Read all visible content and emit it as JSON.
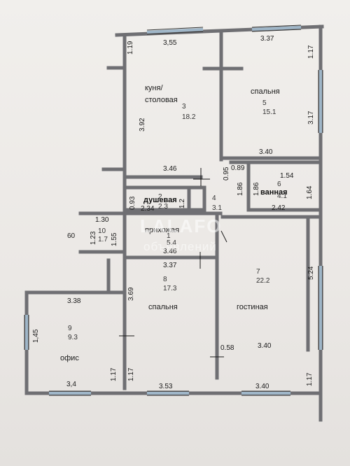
{
  "rooms": [
    {
      "id": "kitchen",
      "name": "куня/\nстоловая",
      "name_line1": "куня/",
      "name_line2": "столовая",
      "number": "3",
      "area": "18.2"
    },
    {
      "id": "bedroom5",
      "name": "спальня",
      "number": "5",
      "area": "15.1"
    },
    {
      "id": "bathroom",
      "name": "ванная",
      "number": "6",
      "area": "4.1"
    },
    {
      "id": "shower",
      "name": "душевая",
      "number": "2",
      "area": "2.3"
    },
    {
      "id": "room4",
      "number": "4",
      "area": "3.1"
    },
    {
      "id": "hallway",
      "name": "прихожая",
      "number": "1",
      "area": "5.4"
    },
    {
      "id": "room10",
      "number": "10",
      "area": "1.7"
    },
    {
      "id": "bedroom8",
      "name": "спальня",
      "number": "8",
      "area": "17.3"
    },
    {
      "id": "living",
      "name": "гостиная",
      "number": "7",
      "area": "22.2"
    },
    {
      "id": "office",
      "name": "офис",
      "number": "9",
      "area": "9.3"
    }
  ],
  "dimensions": {
    "top_left_wall": "1.19",
    "kitchen_top": "3,55",
    "bedroom_top": "3.37",
    "right_upper": "1.17",
    "kitchen_left": "3.92",
    "bedroom_right": "3.17",
    "bedroom_bottom": "3.40",
    "kitchen_bottom": "3.46",
    "d095": "0.95",
    "d089": "0.89",
    "d154": "1.54",
    "d186a": "1.86",
    "d186b": "1.86",
    "d164": "1.64",
    "d093": "0.93",
    "d12": "1.2",
    "d234": "2.34",
    "d242": "2.42",
    "d130": "1.30",
    "d123": "1.23",
    "d155": "1.55",
    "d060": "60",
    "hall_bottom": "3.46",
    "bed8_top": "3.37",
    "living_right": "5.24",
    "bed8_left": "3.69",
    "office_top": "3.38",
    "office_left": "1,45",
    "living_058": "0.58",
    "living_inner": "3.40",
    "office_bottom": "3,4",
    "office_right": "1.17",
    "bed8_right": "1.17",
    "bed8_bottom": "3.53",
    "living_bottom": "3.40",
    "right_lower": "1.17"
  },
  "watermark": {
    "line1": "LALAFO",
    "line2": "объявлений"
  },
  "colors": {
    "wall": "#6f6f73",
    "window": "#9fb6c8",
    "paper": "#f1efec"
  }
}
